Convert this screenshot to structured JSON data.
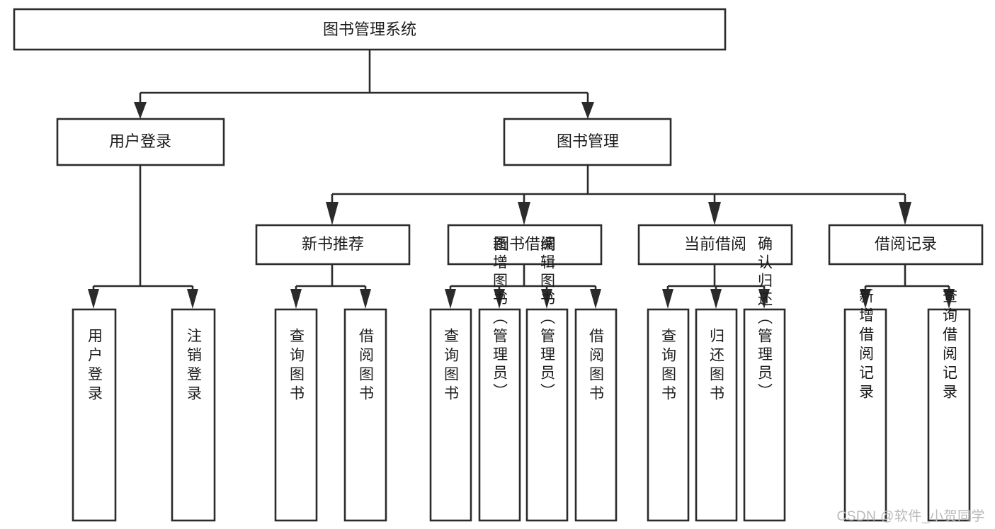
{
  "diagram": {
    "type": "hierarchy-tree",
    "title": "图书管理系统",
    "watermark": "CSDN @软件_小贺同学",
    "colors": {
      "background": "#ffffff",
      "box_fill": "#ffffff",
      "box_stroke": "#2b2b2b",
      "text": "#1b1b1b",
      "watermark": "#b9b9b9"
    },
    "levels": {
      "root": {
        "label": "图书管理系统"
      },
      "level2": [
        {
          "label": "用户登录"
        },
        {
          "label": "图书管理"
        }
      ],
      "level3": [
        {
          "label": "新书推荐"
        },
        {
          "label": "图书借阅"
        },
        {
          "label": "当前借阅"
        },
        {
          "label": "借阅记录"
        }
      ],
      "leaves": [
        {
          "label": "用户登录",
          "parent": "用户登录"
        },
        {
          "label": "注销登录",
          "parent": "用户登录"
        },
        {
          "label": "查询图书",
          "parent": "新书推荐"
        },
        {
          "label": "借阅图书",
          "parent": "新书推荐"
        },
        {
          "label": "查询图书",
          "parent": "图书借阅"
        },
        {
          "label": "新增图书（管理员）",
          "parent": "图书借阅"
        },
        {
          "label": "编辑图书（管理员）",
          "parent": "图书借阅"
        },
        {
          "label": "借阅图书",
          "parent": "图书借阅"
        },
        {
          "label": "查询图书",
          "parent": "当前借阅"
        },
        {
          "label": "归还图书",
          "parent": "当前借阅"
        },
        {
          "label": "确认归还（管理员）",
          "parent": "当前借阅"
        },
        {
          "label": "新增借阅记录",
          "parent": "借阅记录"
        },
        {
          "label": "查询借阅记录",
          "parent": "借阅记录"
        }
      ]
    }
  }
}
